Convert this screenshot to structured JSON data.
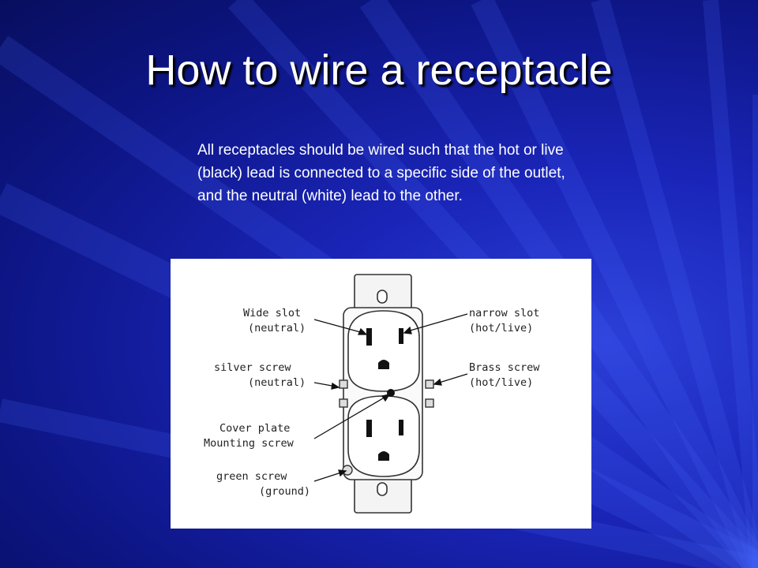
{
  "slide": {
    "title": "How to wire a receptacle",
    "body": "All receptacles should be wired such that the hot or live (black) lead is connected to a specific side of the outlet, and the neutral (white) lead to the other."
  },
  "diagram": {
    "labels": {
      "wide_slot": "Wide slot",
      "wide_slot_sub": "(neutral)",
      "narrow_slot": "narrow slot",
      "narrow_slot_sub": "(hot/live)",
      "silver_screw": "silver screw",
      "silver_screw_sub": "(neutral)",
      "brass_screw": "Brass screw",
      "brass_screw_sub": "(hot/live)",
      "cover_plate": "Cover plate",
      "mounting_screw": "Mounting screw",
      "green_screw": "green screw",
      "green_screw_sub": "(ground)"
    }
  },
  "colors": {
    "background": "#0c1480",
    "text": "#ffffff"
  }
}
